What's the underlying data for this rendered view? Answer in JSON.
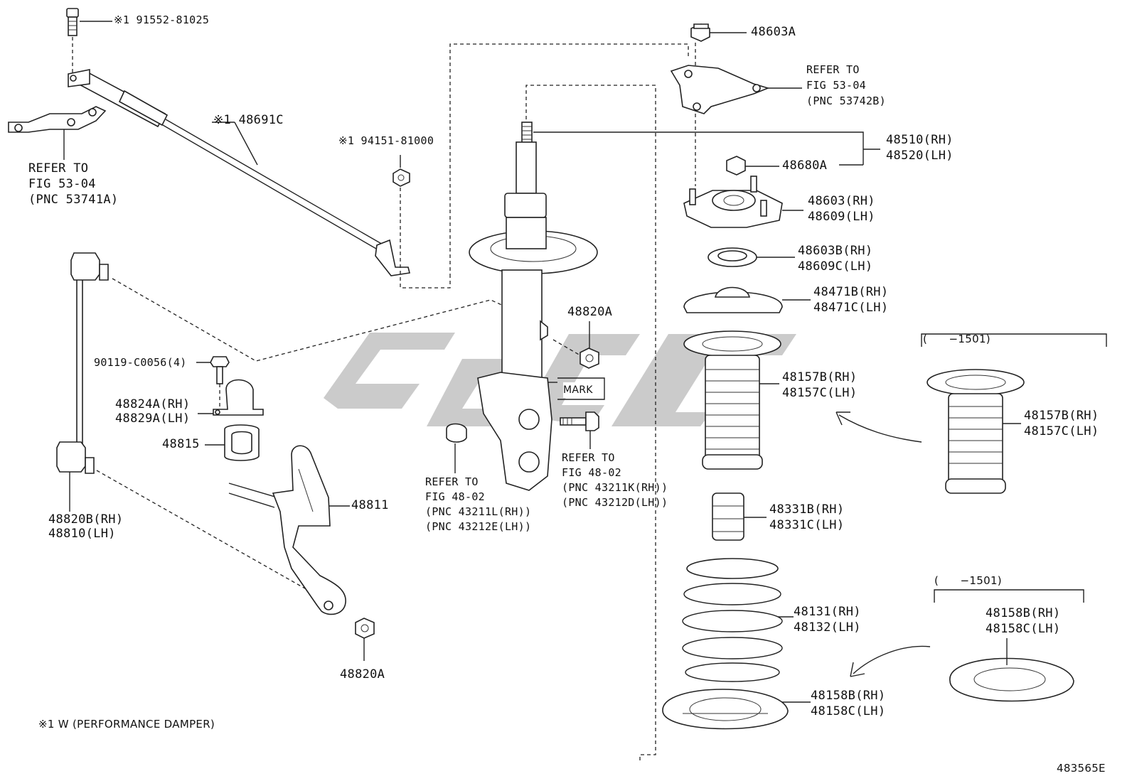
{
  "diagram": {
    "figure_code": "483565E",
    "footnote": "※1 W (PERFORMANCE DAMPER)",
    "labels": {
      "bolt_91552": "※1 91552-81025",
      "damper_48691C": "※1 48691C",
      "refer_53741a": [
        "REFER TO",
        "FIG 53-04",
        "(PNC 53741A)"
      ],
      "nut_94151": "※1 94151-81000",
      "bolt_90119": "90119-C0056(4)",
      "bracket_48824": [
        "48824A(RH)",
        "48829A(LH)"
      ],
      "bushing_48815": "48815",
      "link_48820b": [
        "48820B(RH)",
        "48810(LH)"
      ],
      "stabilizer_48811": "48811",
      "nut_48820a_bottom": "48820A",
      "nut_48820a_mid": "48820A",
      "mark": "MARK",
      "refer_43211l": [
        "REFER TO",
        "FIG 48-02",
        "(PNC 43211L(RH))",
        "(PNC 43212E(LH))"
      ],
      "refer_43211k": [
        "REFER TO",
        "FIG 48-02",
        "(PNC 43211K(RH))",
        "(PNC 43212D(LH))"
      ],
      "nut_48603a": "48603A",
      "refer_53742b": [
        "REFER TO",
        "FIG 53-04",
        "(PNC 53742B)"
      ],
      "strut_48510": [
        "48510(RH)",
        "48520(LH)"
      ],
      "nut_48680a": "48680A",
      "support_48603": [
        "48603(RH)",
        "48609(LH)"
      ],
      "bearing_48603b": [
        "48603B(RH)",
        "48609C(LH)"
      ],
      "seat_48471b": [
        "48471B(RH)",
        "48471C(LH)"
      ],
      "boot_48157b": [
        "48157B(RH)",
        "48157C(LH)"
      ],
      "boot_48157b_alt": [
        "48157B(RH)",
        "48157C(LH)"
      ],
      "bumper_48331b": [
        "48331B(RH)",
        "48331C(LH)"
      ],
      "spring_48131": [
        "48131(RH)",
        "48132(LH)"
      ],
      "insulator_48158b": [
        "48158B(RH)",
        "48158C(LH)"
      ],
      "insulator_48158b_alt": [
        "48158B(RH)",
        "48158C(LH)"
      ],
      "range_boot": "(      −1501)",
      "range_insulator": "(      −1501)"
    }
  }
}
